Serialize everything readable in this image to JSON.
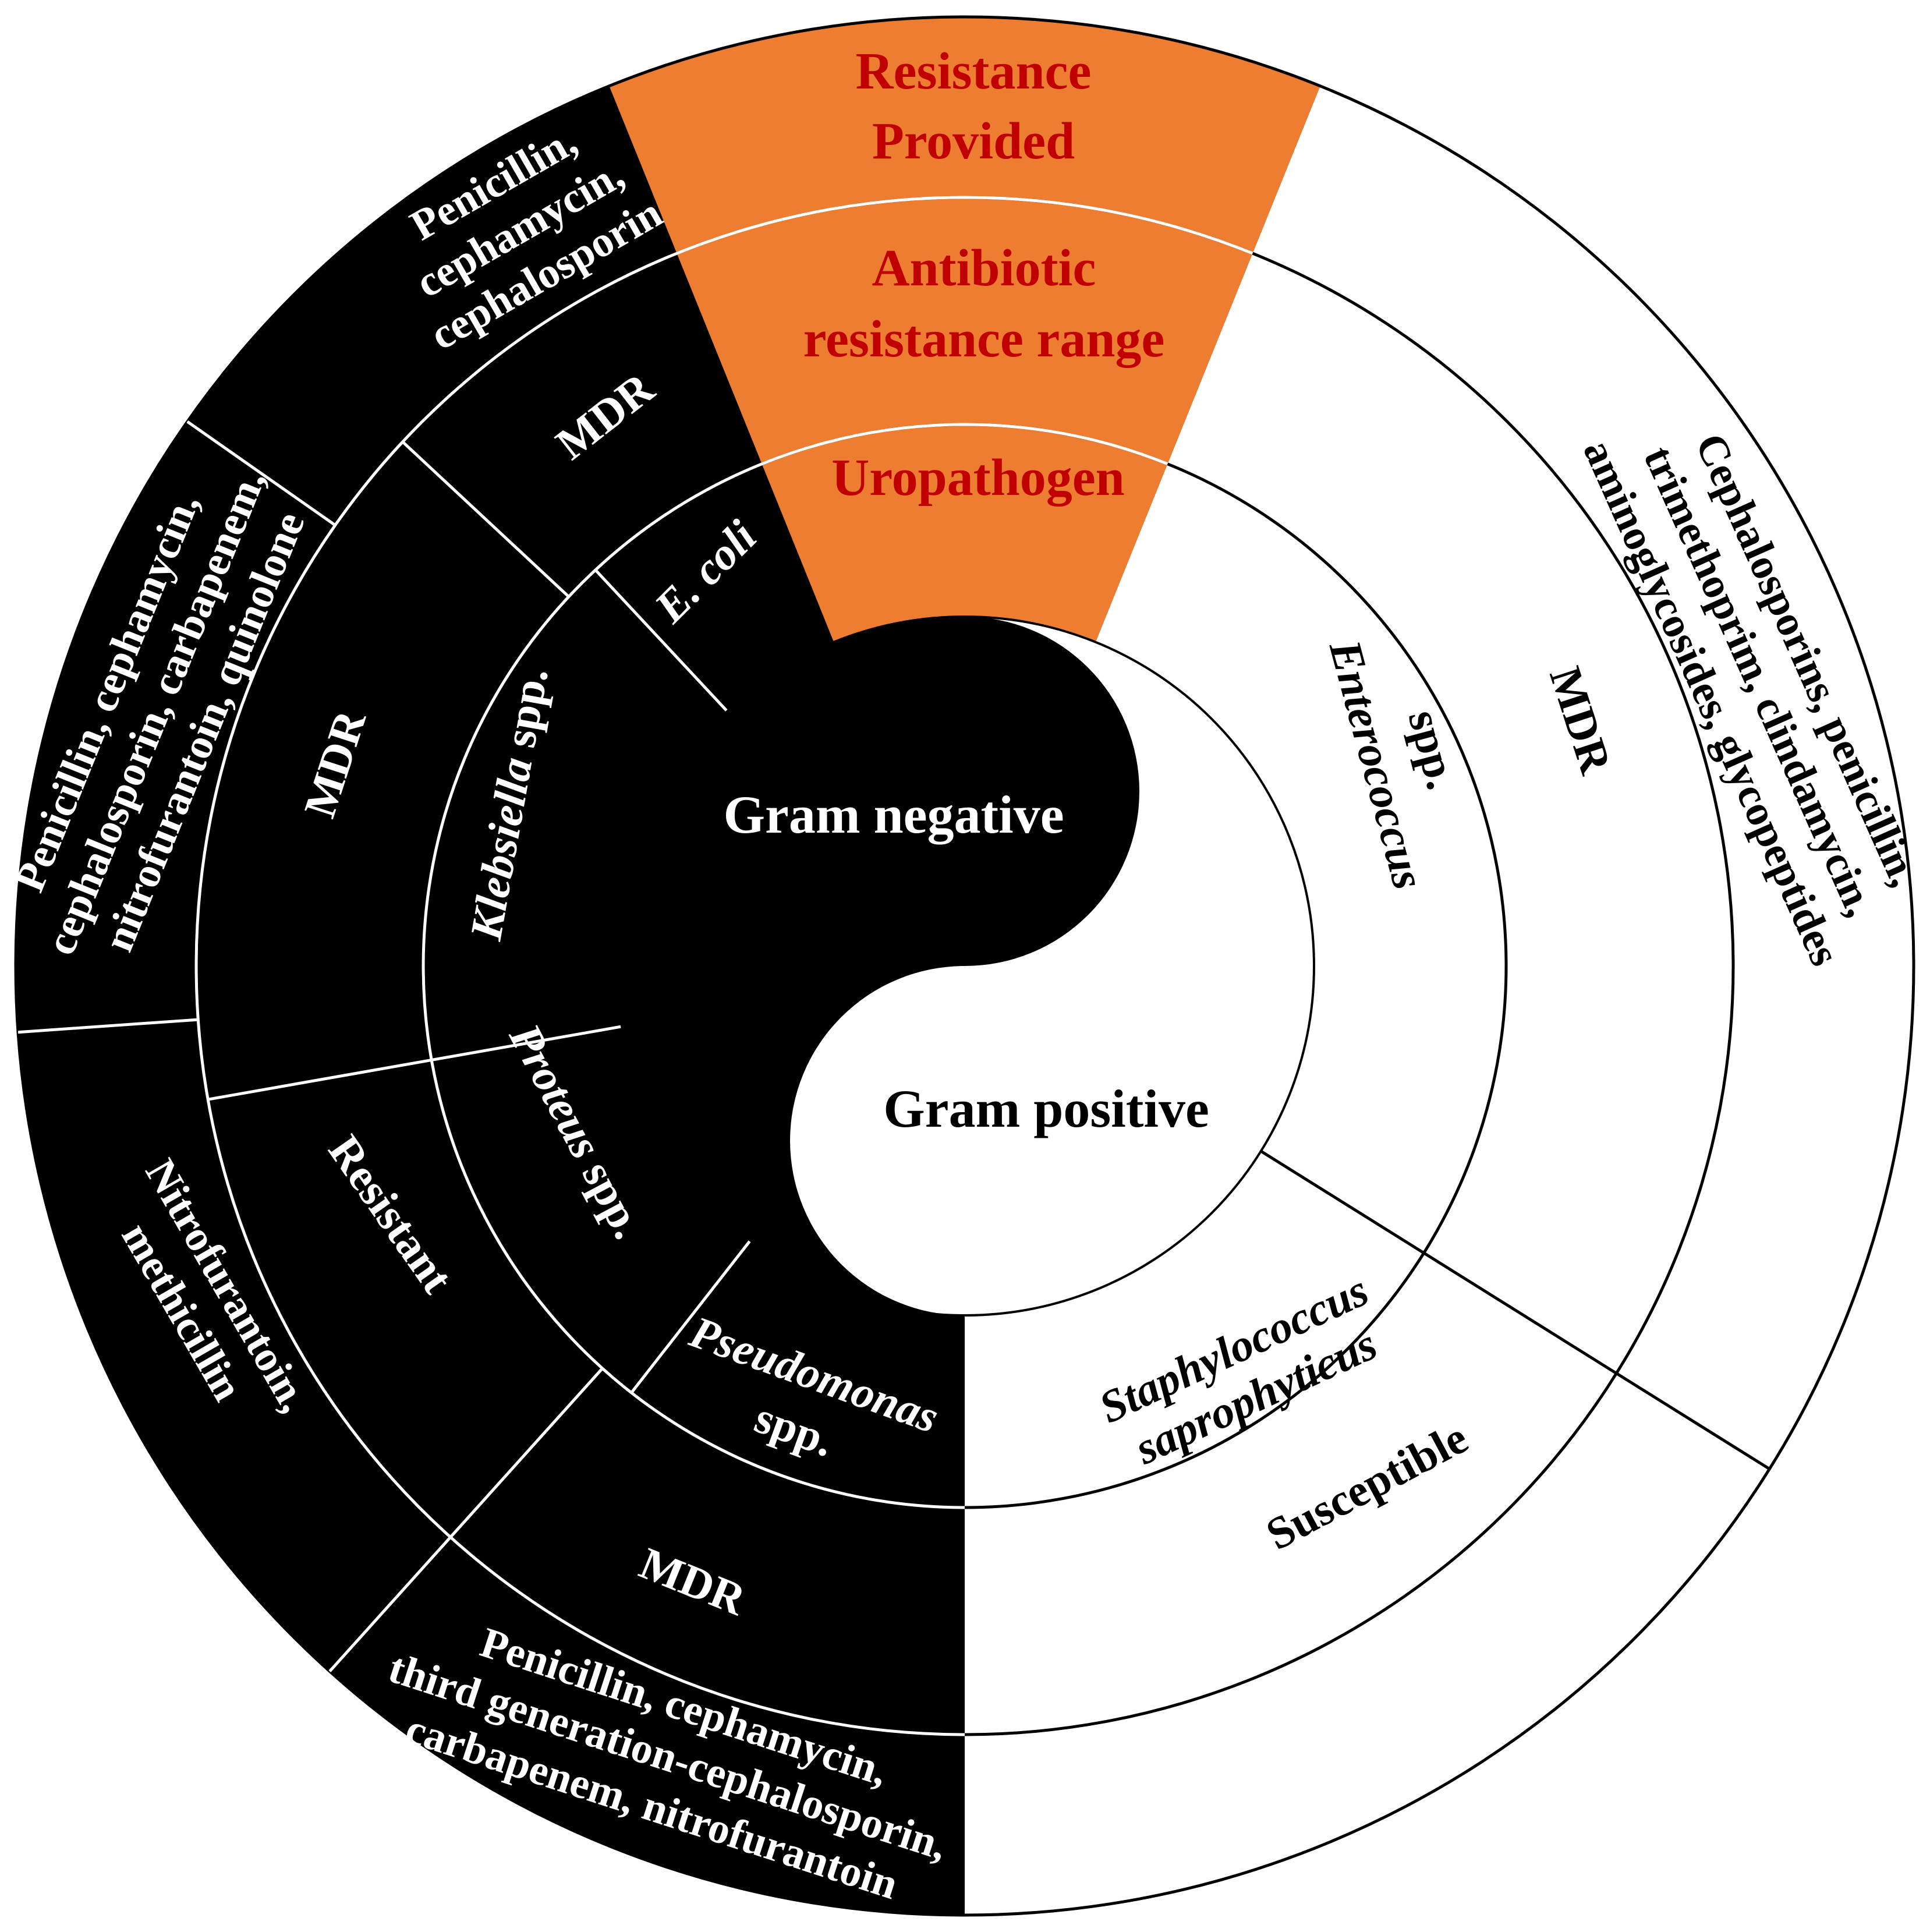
{
  "colors": {
    "gram_negative": "#000000",
    "gram_positive": "#ffffff",
    "highlight": "#ed7d31",
    "highlight_text": "#c00000",
    "divider_on_dark": "#ffffff",
    "divider_on_light": "#000000"
  },
  "legend": {
    "uropathogen": "Uropathogen",
    "antibiotic_range_line1": "Antibiotic",
    "antibiotic_range_line2": "resistance range",
    "resistance_line1": "Resistance",
    "resistance_line2": "Provided"
  },
  "core": {
    "gram_negative": "Gram negative",
    "gram_positive": "Gram positive"
  },
  "organisms": {
    "ecoli": "E. coli",
    "klebsiella_genus": "Klebsiella",
    "klebsiella_suffix": " spp.",
    "proteus_genus": "Proteus",
    "proteus_suffix": " spp.",
    "pseudomonas_genus": "Pseudomonas",
    "pseudomonas_suffix": "spp.",
    "enterococcus_genus": "Enterococcus",
    "enterococcus_suffix": "spp.",
    "staph_line1": "Staphylococcus",
    "staph_line2": "saprophyticus"
  },
  "ranges": {
    "ecoli": "MDR",
    "klebsiella": "MDR",
    "proteus": "Resistant",
    "pseudomonas": "MDR",
    "enterococcus": "MDR",
    "staph": "Susceptible"
  },
  "resistance": {
    "ecoli": [
      "Penicillin,",
      "cephamycin,",
      "cephalosporin"
    ],
    "klebsiella": [
      "Penicillin,  cephamycin,",
      "cephalosporin, carbapenem,",
      "nitrofurantoin,  quinolone"
    ],
    "proteus": [
      "Nitrofurantoin,",
      "methicillin"
    ],
    "pseudomonas": [
      "Penicillin, cephamycin,",
      "third generation-cephalosporin,",
      "carbapenem, nitrofurantoin"
    ],
    "enterococcus": [
      "Cephalosporins, penicillin,",
      "trimethoprim, clindamycin,",
      "aminoglycosides, glycopeptides"
    ]
  }
}
